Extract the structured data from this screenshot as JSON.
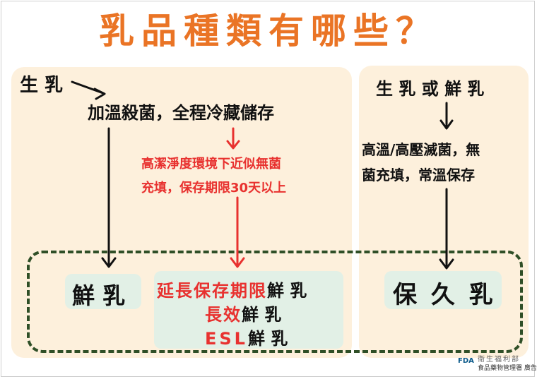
{
  "title": "乳品種類有哪些？",
  "left": {
    "raw_milk": "生 乳",
    "process": "加溫殺菌，全程冷藏儲存",
    "note_line1": "高潔淨度環境下近似無菌",
    "note_line2": "充填，保存期限30天以上",
    "fresh_milk": "鮮 乳",
    "extended_line1_red": "延長保存期限",
    "extended_line1_black": "鮮 乳",
    "extended_line2_red": "長效",
    "extended_line2_black": "鮮 乳",
    "extended_line3_red": "ESL",
    "extended_line3_black": "鮮 乳"
  },
  "right": {
    "source": "生 乳 或 鮮 乳",
    "process_line1": "高溫/高壓滅菌，無",
    "process_line2": "菌充填，常溫保存",
    "product": "保 久 乳"
  },
  "logo": {
    "mark": "FDA",
    "line1": "衛生福利部",
    "line2": "食品藥物管理署 廣告"
  },
  "colors": {
    "title": "#ea7425",
    "panel": "#fdf0dc",
    "accent_red": "#e8312f",
    "tag_bg": "#e2f0e6",
    "dashed_border": "#2f4f27"
  }
}
